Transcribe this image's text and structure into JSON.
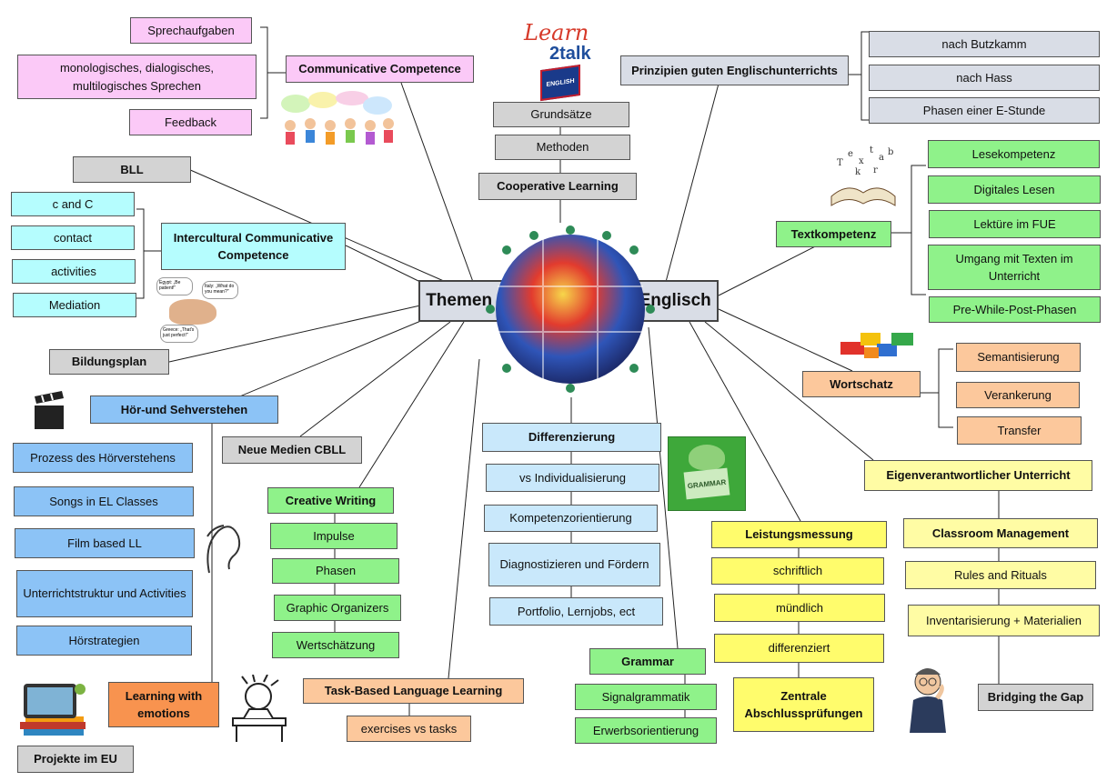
{
  "center": "Themen der Fachdidaktik Englisch",
  "communicative": {
    "title": "Communicative Competence",
    "items": [
      "Sprechaufgaben",
      "monologisches, dialogisches, multilogisches Sprechen",
      "Feedback"
    ]
  },
  "cooperative": {
    "title": "Cooperative Learning",
    "items": [
      "Grundsätze",
      "Methoden"
    ],
    "logo_top": "Learn",
    "logo_bottom": "2talk",
    "logo_book": "ENGLISH"
  },
  "prinzipien": {
    "title": "Prinzipien guten Englischunterrichts",
    "items": [
      "nach Butzkamm",
      "nach Hass",
      "Phasen einer E-Stunde"
    ]
  },
  "bll": "BLL",
  "intercultural": {
    "title": "Intercultural Communicative Competence",
    "items": [
      "c and C",
      "contact",
      "activities",
      "Mediation"
    ],
    "bubbles": [
      "Egypt: „Be patient!\"",
      "Italy: „What do you mean?\"",
      "Greece: „That's just perfect!\""
    ]
  },
  "textkompetenz": {
    "title": "Textkompetenz",
    "items": [
      "Lesekompetenz",
      "Digitales Lesen",
      "Lektüre im FUE",
      "Umgang mit Texten im Unterricht",
      "Pre-While-Post-Phasen"
    ]
  },
  "bildungsplan": "Bildungsplan",
  "wortschatz": {
    "title": "Wortschatz",
    "items": [
      "Semantisierung",
      "Verankerung",
      "Transfer"
    ]
  },
  "hoer": {
    "title": "Hör-und Sehverstehen",
    "items": [
      "Prozess des Hörverstehens",
      "Songs in EL Classes",
      "Film based LL",
      "Unterrichtstruktur und Activities",
      "Hörstrategien"
    ]
  },
  "neue_medien": "Neue Medien CBLL",
  "differenzierung": {
    "title": "Differenzierung",
    "items": [
      "vs Individualisierung",
      "Kompetenzorientierung",
      "Diagnostizieren und Fördern",
      "Portfolio, Lernjobs, ect"
    ]
  },
  "creative": {
    "title": "Creative Writing",
    "items": [
      "Impulse",
      "Phasen",
      "Graphic Organizers",
      "Wertschätzung"
    ]
  },
  "eigen": {
    "title": "Eigenverantwortlicher Unterricht",
    "sub": "Classroom Management",
    "items": [
      "Rules and Rituals",
      "Inventarisierung + Materialien"
    ],
    "bridge": "Bridging the Gap"
  },
  "leistung": {
    "title": "Leistungsmessung",
    "items": [
      "schriftlich",
      "mündlich",
      "differenziert",
      "Zentrale Abschlussprüfungen"
    ]
  },
  "grammar": {
    "title": "Grammar",
    "items": [
      "Signalgrammatik",
      "Erwerbsorientierung"
    ],
    "book_label": "GRAMMAR"
  },
  "task": {
    "title": "Task-Based Language Learning",
    "items": [
      "exercises vs tasks"
    ]
  },
  "emotions": "Learning with emotions",
  "projekte": "Projekte im EU",
  "colors": {
    "pink": "#fbc9f7",
    "grey": "#d3d3d3",
    "green": "#8ff28a",
    "cyan": "#b5fdfe",
    "blue": "#8cc3f6",
    "light_blue": "#c9e8fb",
    "peach": "#fcc89c",
    "orange": "#f8934f",
    "yellow": "#fffc6c",
    "light_yellow": "#fffca4",
    "center": "#d9dde6"
  },
  "icons": [
    "children-speech-bubbles-icon",
    "learn2talk-logo",
    "flying-letters-book-icon",
    "speaking-hand-icon",
    "globe-children-icon",
    "lego-bricks-icon",
    "clapperboard-icon",
    "listening-ear-icon",
    "grammar-yoda-icon",
    "tablet-books-icon",
    "stressed-student-icon",
    "thinking-professor-icon"
  ]
}
